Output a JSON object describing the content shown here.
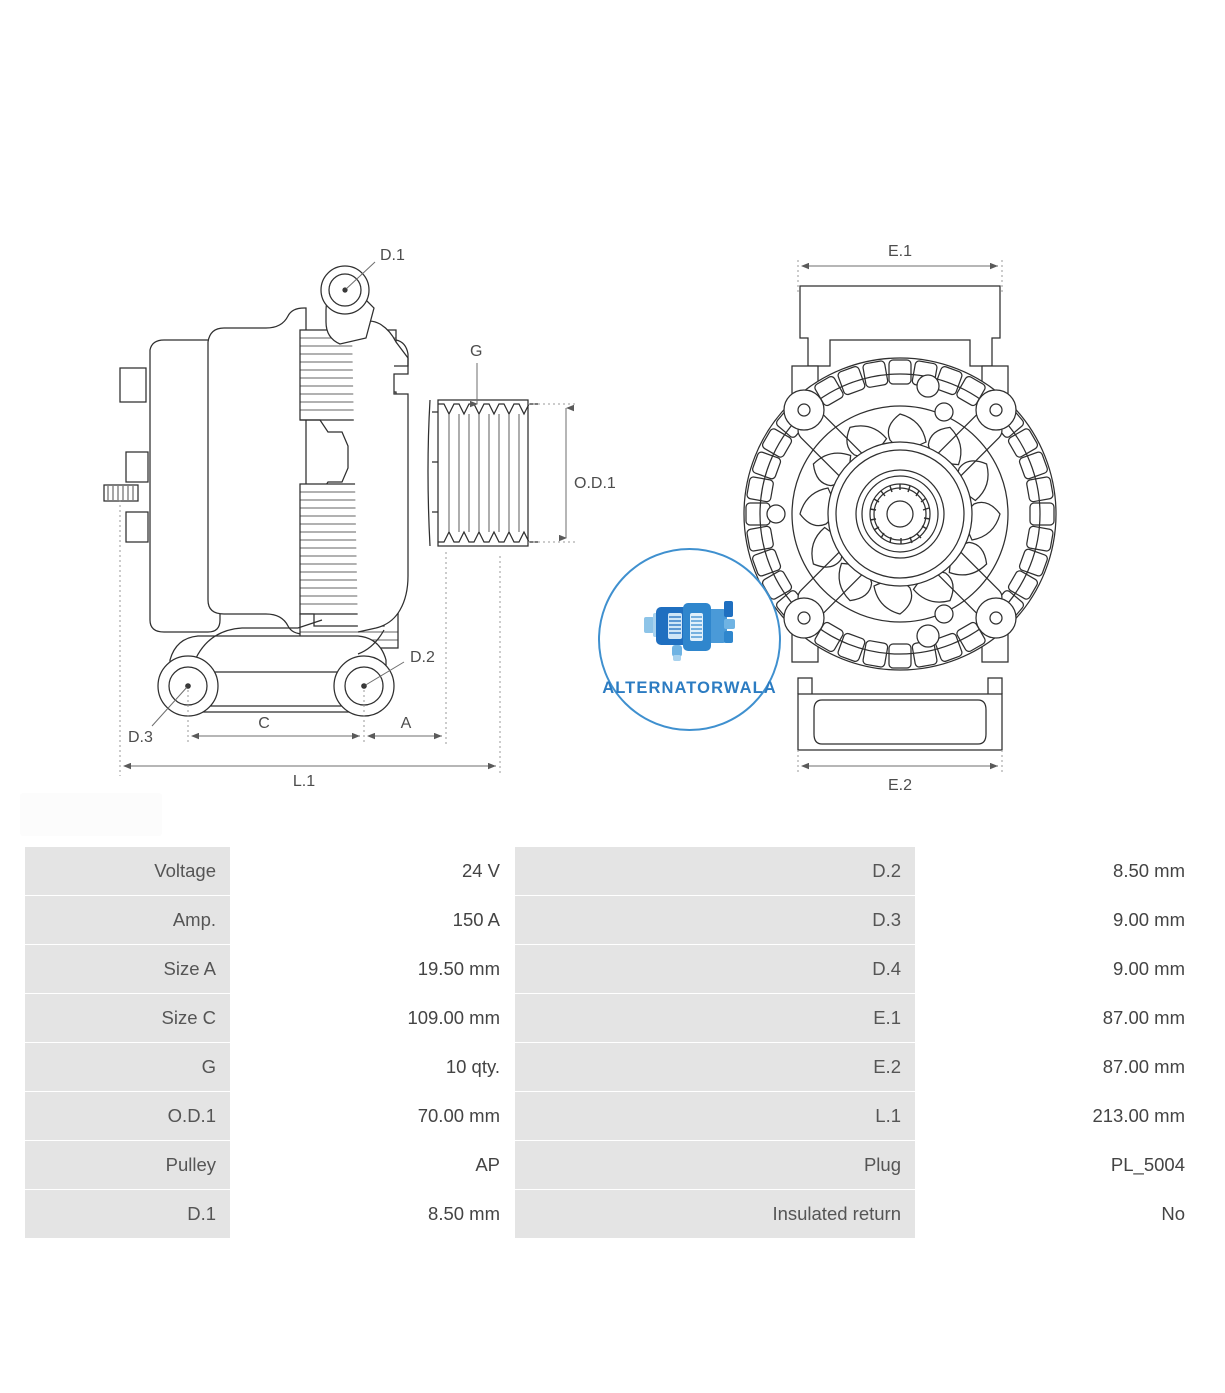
{
  "document": {
    "type": "alternator-technical-drawing",
    "logo": {
      "brand_text": "ALTERNATORWALA",
      "brand_color": "#2c7cc2",
      "ring_color": "#3f90cf",
      "icon": "alternator-icon"
    }
  },
  "drawing_labels": {
    "side_view": [
      {
        "id": "d1",
        "text": "D.1"
      },
      {
        "id": "g",
        "text": "G"
      },
      {
        "id": "od1",
        "text": "O.D.1"
      },
      {
        "id": "d2",
        "text": "D.2"
      },
      {
        "id": "d3",
        "text": "D.3"
      },
      {
        "id": "c",
        "text": "C"
      },
      {
        "id": "a",
        "text": "A"
      },
      {
        "id": "l1",
        "text": "L.1"
      }
    ],
    "end_view": [
      {
        "id": "e1",
        "text": "E.1"
      },
      {
        "id": "e2",
        "text": "E.2"
      }
    ]
  },
  "spec_table": {
    "rows": [
      {
        "label_left": "Voltage",
        "value_left": "24 V",
        "label_right": "D.2",
        "value_right": "8.50 mm"
      },
      {
        "label_left": "Amp.",
        "value_left": "150 A",
        "label_right": "D.3",
        "value_right": "9.00 mm"
      },
      {
        "label_left": "Size A",
        "value_left": "19.50 mm",
        "label_right": "D.4",
        "value_right": "9.00 mm"
      },
      {
        "label_left": "Size C",
        "value_left": "109.00 mm",
        "label_right": "E.1",
        "value_right": "87.00 mm"
      },
      {
        "label_left": "G",
        "value_left": "10 qty.",
        "label_right": "E.2",
        "value_right": "87.00 mm"
      },
      {
        "label_left": "O.D.1",
        "value_left": "70.00 mm",
        "label_right": "L.1",
        "value_right": "213.00 mm"
      },
      {
        "label_left": "Pulley",
        "value_left": "AP",
        "label_right": "Plug",
        "value_right": "PL_5004"
      },
      {
        "label_left": "D.1",
        "value_left": "8.50 mm",
        "label_right": "Insulated return",
        "value_right": "No"
      }
    ]
  }
}
